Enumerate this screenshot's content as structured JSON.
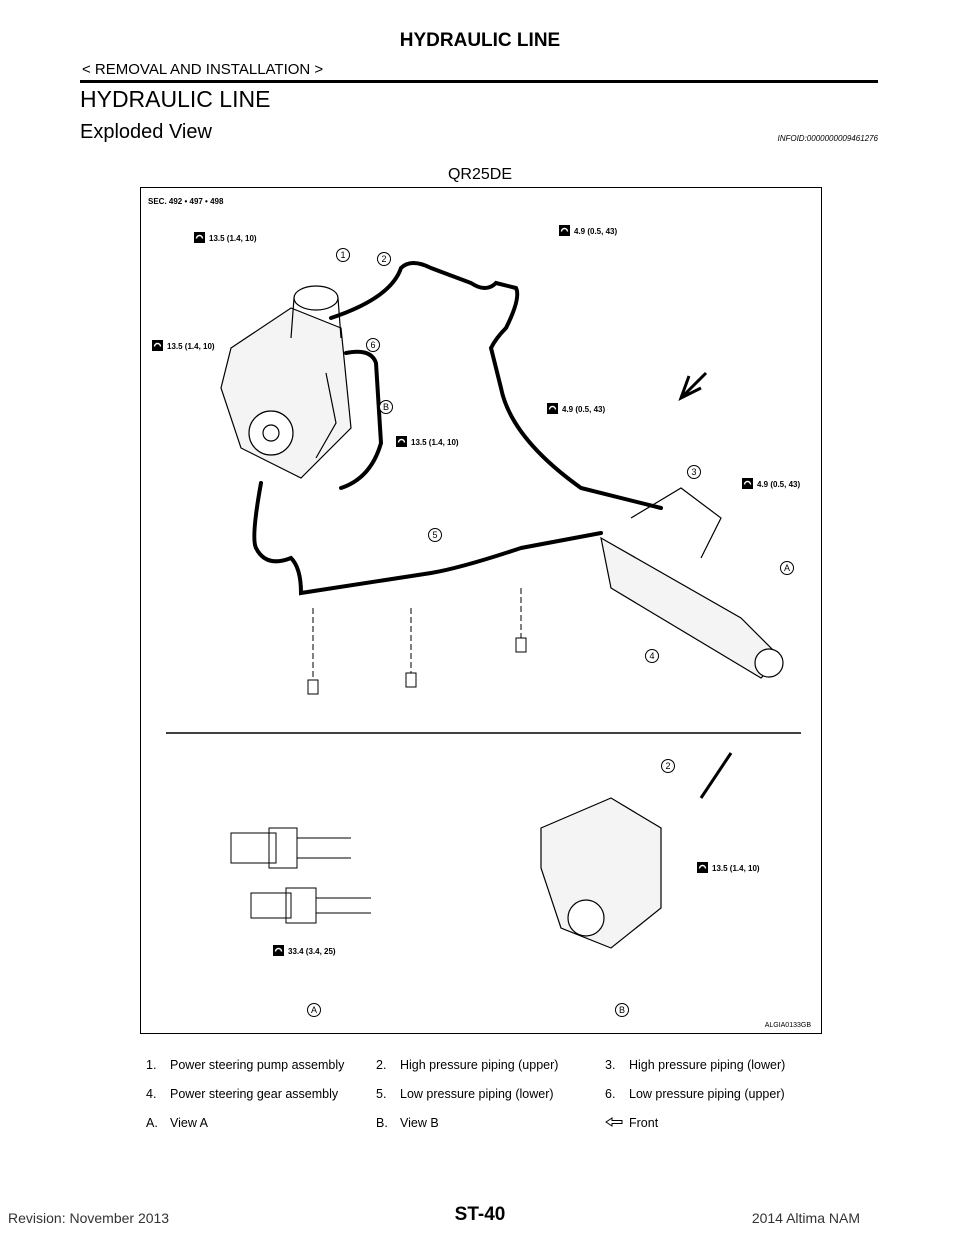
{
  "header": {
    "title": "HYDRAULIC LINE",
    "subtitle": "< REMOVAL AND INSTALLATION >"
  },
  "section": {
    "title": "HYDRAULIC LINE",
    "subtitle": "Exploded View",
    "info_id": "INFOID:0000000009461276",
    "engine": "QR25DE"
  },
  "figure": {
    "sec": "SEC. 492 • 497 • 498",
    "torques": [
      "13.5 (1.4, 10)",
      "4.9 (0.5, 43)",
      "13.5 (1.4, 10)",
      "4.9 (0.5, 43)",
      "13.5 (1.4, 10)",
      "4.9 (0.5, 43)",
      "13.5 (1.4, 10)",
      "33.4 (3.4, 25)"
    ],
    "callouts": [
      "1",
      "2",
      "6",
      "B",
      "3",
      "5",
      "A",
      "4",
      "2",
      "A",
      "B"
    ],
    "code": "ALGIA0133GB"
  },
  "legend": {
    "rows": [
      [
        {
          "num": "1.",
          "text": "Power steering pump assembly"
        },
        {
          "num": "2.",
          "text": "High pressure piping (upper)"
        },
        {
          "num": "3.",
          "text": "High pressure piping (lower)"
        }
      ],
      [
        {
          "num": "4.",
          "text": "Power steering gear assembly"
        },
        {
          "num": "5.",
          "text": "Low pressure piping (lower)"
        },
        {
          "num": "6.",
          "text": "Low pressure piping (upper)"
        }
      ],
      [
        {
          "num": "A.",
          "text": "View A"
        },
        {
          "num": "B.",
          "text": "View B"
        },
        {
          "num": "",
          "text": "Front",
          "icon": "front-arrow-icon"
        }
      ]
    ]
  },
  "footer": {
    "revision": "Revision: November 2013",
    "page": "ST-40",
    "model": "2014 Altima NAM"
  }
}
